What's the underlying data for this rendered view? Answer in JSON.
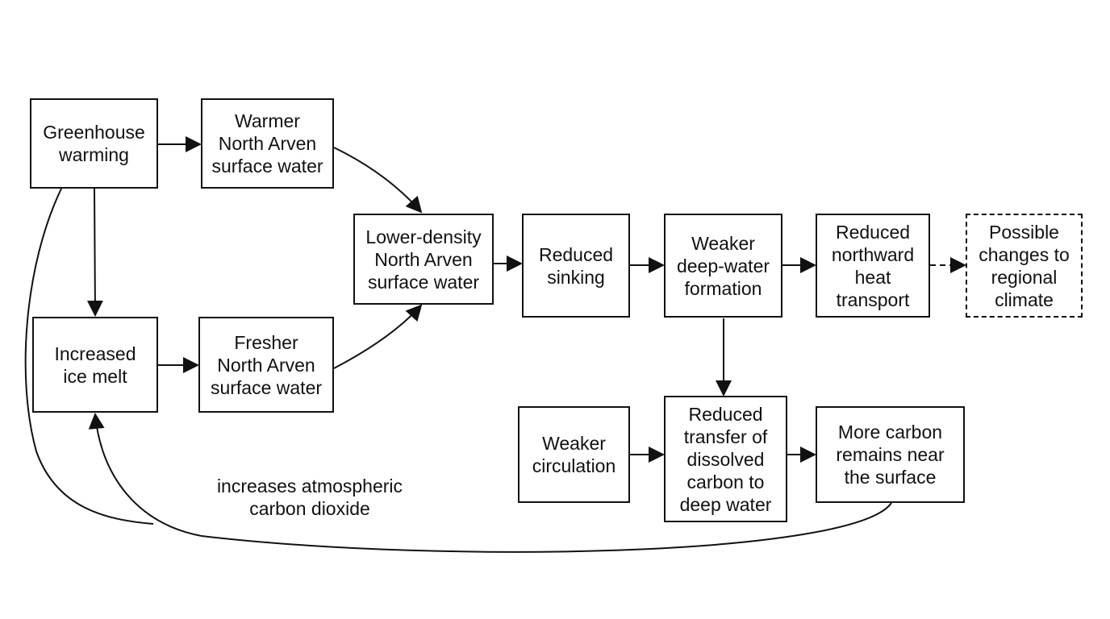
{
  "diagram": {
    "nodes": {
      "greenhouse": "Greenhouse\nwarming",
      "warmer": "Warmer\nNorth Arven\nsurface water",
      "ice_melt": "Increased\nice melt",
      "fresher": "Fresher\nNorth Arven\nsurface water",
      "lower_density": "Lower-density\nNorth Arven\nsurface water",
      "reduced_sinking": "Reduced\nsinking",
      "weaker_deep": "Weaker\ndeep-water\nformation",
      "reduced_heat": "Reduced\nnorthward\nheat\ntransport",
      "possible_changes": "Possible\nchanges to\nregional\nclimate",
      "weaker_circulation": "Weaker\ncirculation",
      "reduced_transfer": "Reduced\ntransfer of\ndissolved\ncarbon to\ndeep water",
      "more_carbon": "More carbon\nremains near\nthe surface"
    },
    "edge_labels": {
      "feedback": "increases atmospheric\ncarbon dioxide"
    }
  }
}
